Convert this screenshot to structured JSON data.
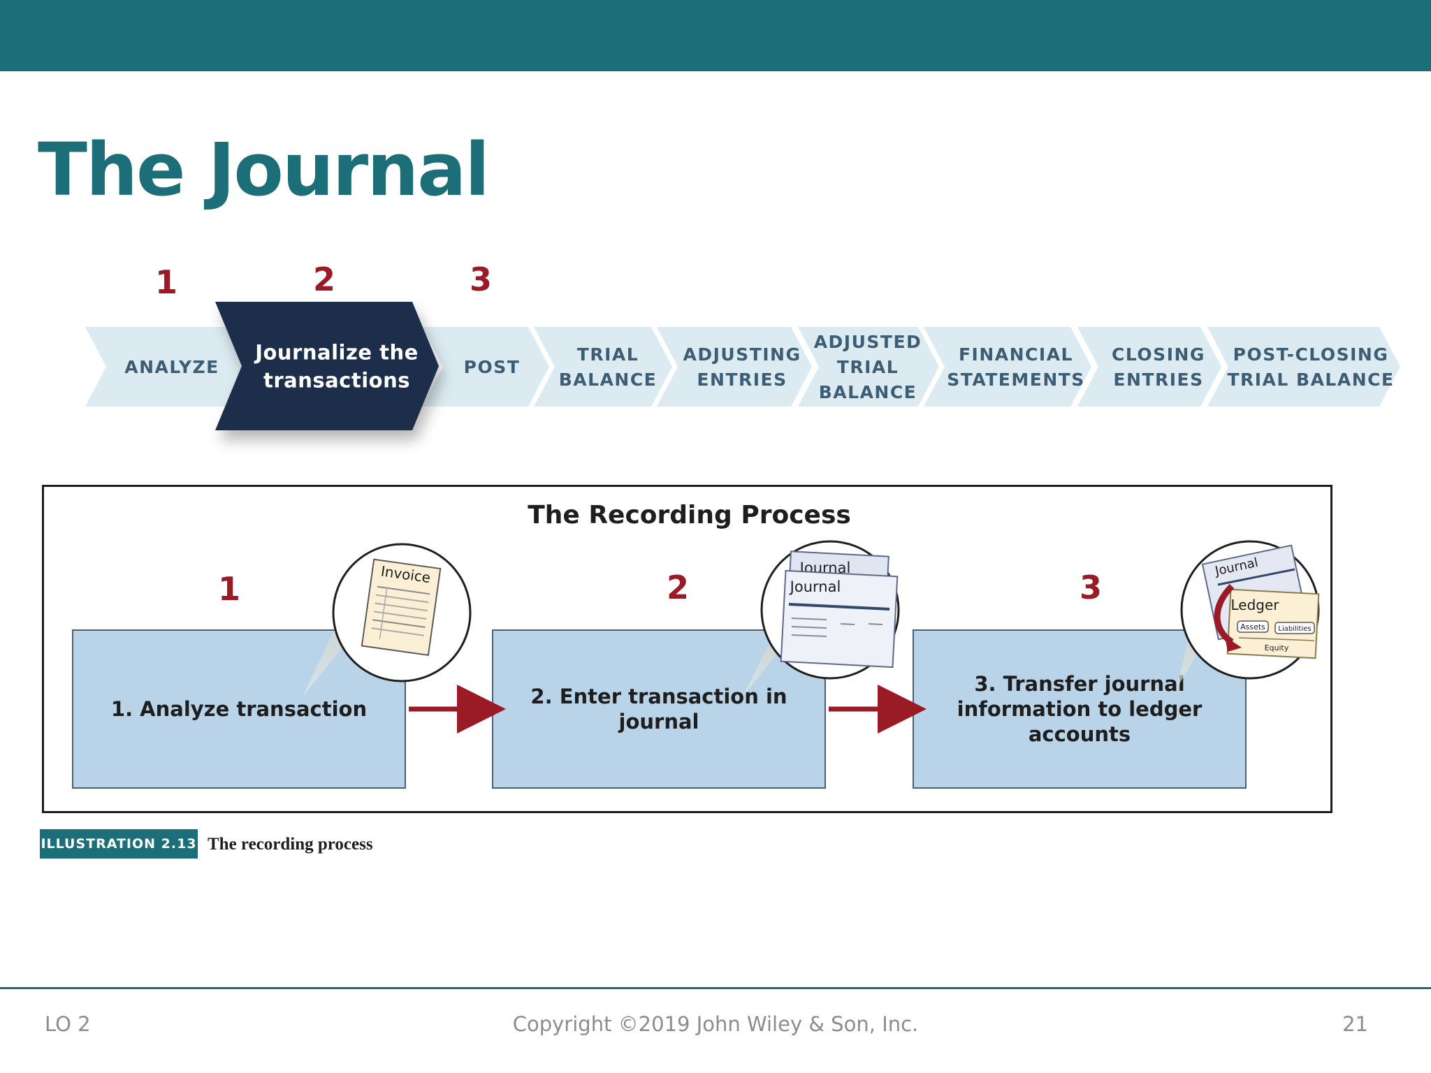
{
  "slide": {
    "title": "The Journal"
  },
  "cycle": {
    "step_numbers": [
      "1",
      "2",
      "3"
    ],
    "active_step": 2,
    "steps": [
      {
        "lines": [
          "ANALYZE"
        ]
      },
      {
        "lines": [
          "Journalize the",
          "transactions"
        ]
      },
      {
        "lines": [
          "POST"
        ]
      },
      {
        "lines": [
          "TRIAL",
          "BALANCE"
        ]
      },
      {
        "lines": [
          "ADJUSTING",
          "ENTRIES"
        ]
      },
      {
        "lines": [
          "ADJUSTED",
          "TRIAL",
          "BALANCE"
        ]
      },
      {
        "lines": [
          "FINANCIAL",
          "STATEMENTS"
        ]
      },
      {
        "lines": [
          "CLOSING",
          "ENTRIES"
        ]
      },
      {
        "lines": [
          "POST-CLOSING",
          "TRIAL BALANCE"
        ]
      }
    ],
    "colors": {
      "inactive_fill": "#dcebf2",
      "inactive_text": "#3c5d74",
      "active_fill": "#1e2f4a",
      "active_text": "#ffffff"
    }
  },
  "recording_process": {
    "title": "The Recording Process",
    "step_numbers": [
      "1",
      "2",
      "3"
    ],
    "boxes": [
      "1. Analyze transaction",
      "2. Enter transaction in journal",
      "3. Transfer journal information to ledger accounts"
    ],
    "insets": {
      "invoice": "Invoice",
      "journal_back": "Journal",
      "journal_front": "Journal",
      "ledger_journal": "Journal",
      "ledger": "Ledger",
      "assets": "Assets",
      "liabilities": "Liabilities",
      "equity": "Equity"
    }
  },
  "caption": {
    "badge": "ILLUSTRATION 2.13",
    "text": "The recording process"
  },
  "footer": {
    "left": "LO 2",
    "center": "Copyright ©2019 John Wiley & Son, Inc.",
    "right": "21"
  }
}
